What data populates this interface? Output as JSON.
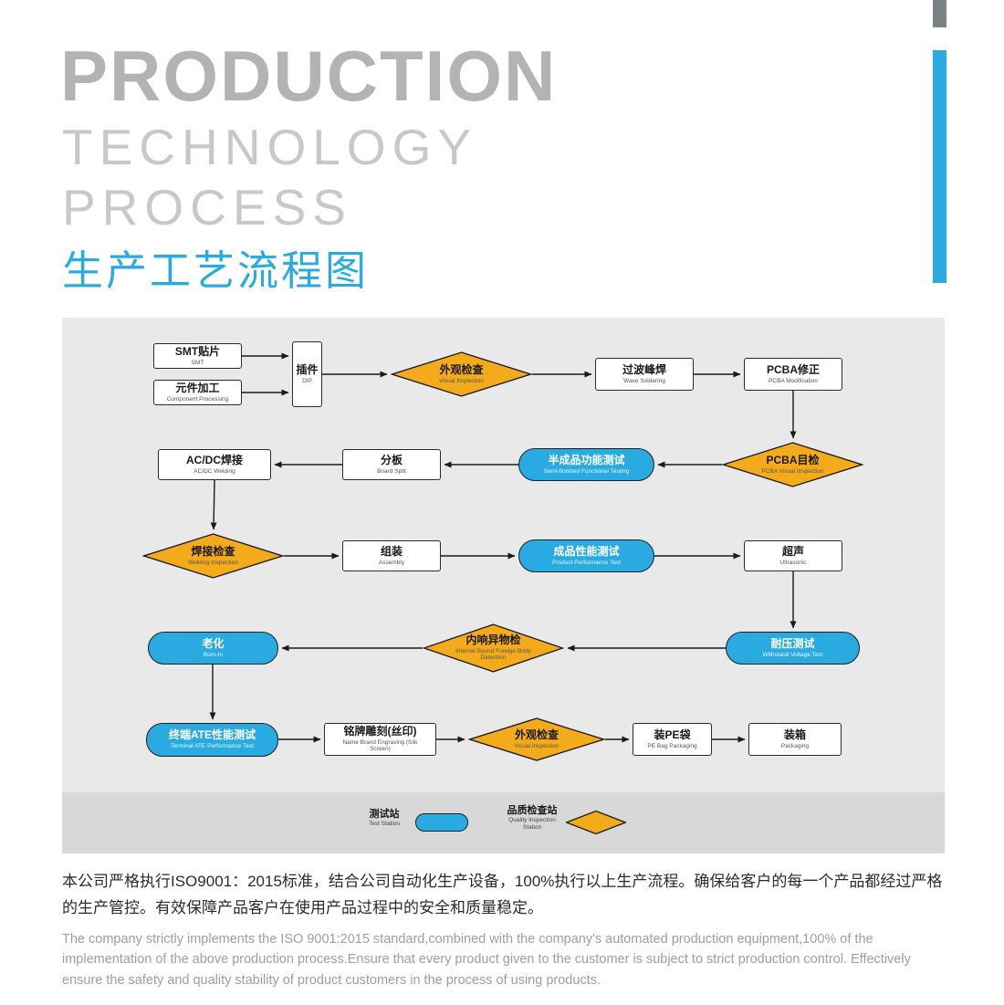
{
  "page": {
    "header": {
      "title_line1": "PRODUCTION",
      "title_line2": "TECHNOLOGY",
      "title_line3": "PROCESS",
      "subtitle": "生产工艺流程图"
    },
    "footer": {
      "paragraph_cn": "本公司严格执行ISO9001：2015标准，结合公司自动化生产设备，100%执行以上生产流程。确保给客户的每一个产品都经过严格的生产管控。有效保障产品客户在使用产品过程中的安全和质量稳定。",
      "paragraph_en": "The company strictly implements the ISO 9001:2015 standard,combined with the company's automated production equipment,100% of the implementation of the above production process.Ensure that every product given to the customer is subject to strict production control. Effectively ensure the safety and quality stability of product customers in the process of using products."
    }
  },
  "colors": {
    "accent_blue": "#29abe2",
    "diamond_yellow": "#f3ab1c",
    "flow_background": "#e9e9e9",
    "legend_background": "#d8d8d8",
    "title_gray": "#b3b3b3"
  },
  "flowchart": {
    "nodes": [
      {
        "title": "SMT贴片",
        "sub": "SMT",
        "shape": "box"
      },
      {
        "title": "元件加工",
        "sub": "Component Processing",
        "shape": "box"
      },
      {
        "title": "插件",
        "sub": "DIP",
        "shape": "box"
      },
      {
        "title": "外观检查",
        "sub": "Visual Inspection",
        "shape": "diamond"
      },
      {
        "title": "过波峰焊",
        "sub": "Wave Soldering",
        "shape": "box"
      },
      {
        "title": "PCBA修正",
        "sub": "PCBA Modification",
        "shape": "box"
      },
      {
        "title": "AC/DC焊接",
        "sub": "AC/DC Welding",
        "shape": "box"
      },
      {
        "title": "分板",
        "sub": "Board Split",
        "shape": "box"
      },
      {
        "title": "半成品功能测试",
        "sub": "Semi-finished Functional Testing",
        "shape": "pill"
      },
      {
        "title": "PCBA目检",
        "sub": "PCBA Visual Inspection",
        "shape": "diamond"
      },
      {
        "title": "焊接检查",
        "sub": "Welding Inspection",
        "shape": "diamond"
      },
      {
        "title": "组装",
        "sub": "Assembly",
        "shape": "box"
      },
      {
        "title": "成品性能测试",
        "sub": "Product Performance Test",
        "shape": "pill"
      },
      {
        "title": "超声",
        "sub": "Ultrasonic",
        "shape": "box"
      },
      {
        "title": "老化",
        "sub": "Burn-In",
        "shape": "pill"
      },
      {
        "title": "内响异物检",
        "sub": "Internal Sound Foreign Body Detection",
        "shape": "diamond"
      },
      {
        "title": "耐压测试",
        "sub": "Withstand Voltage Test",
        "shape": "pill"
      },
      {
        "title": "终端ATE性能测试",
        "sub": "Terminal ATE Performance Test",
        "shape": "pill"
      },
      {
        "title": "铭牌雕刻(丝印)",
        "sub": "Name Brand Engraving (Silk Screen)",
        "shape": "box"
      },
      {
        "title": "外观检查",
        "sub": "Visual Inspection",
        "shape": "diamond"
      },
      {
        "title": "装PE袋",
        "sub": "PE Bag Packaging",
        "shape": "box"
      },
      {
        "title": "装箱",
        "sub": "Packaging",
        "shape": "box"
      }
    ],
    "legend": {
      "test_station_title": "测试站",
      "test_station_sub": "Test Station",
      "quality_station_title": "品质检查站",
      "quality_station_sub": "Quality Inspection Station"
    }
  }
}
